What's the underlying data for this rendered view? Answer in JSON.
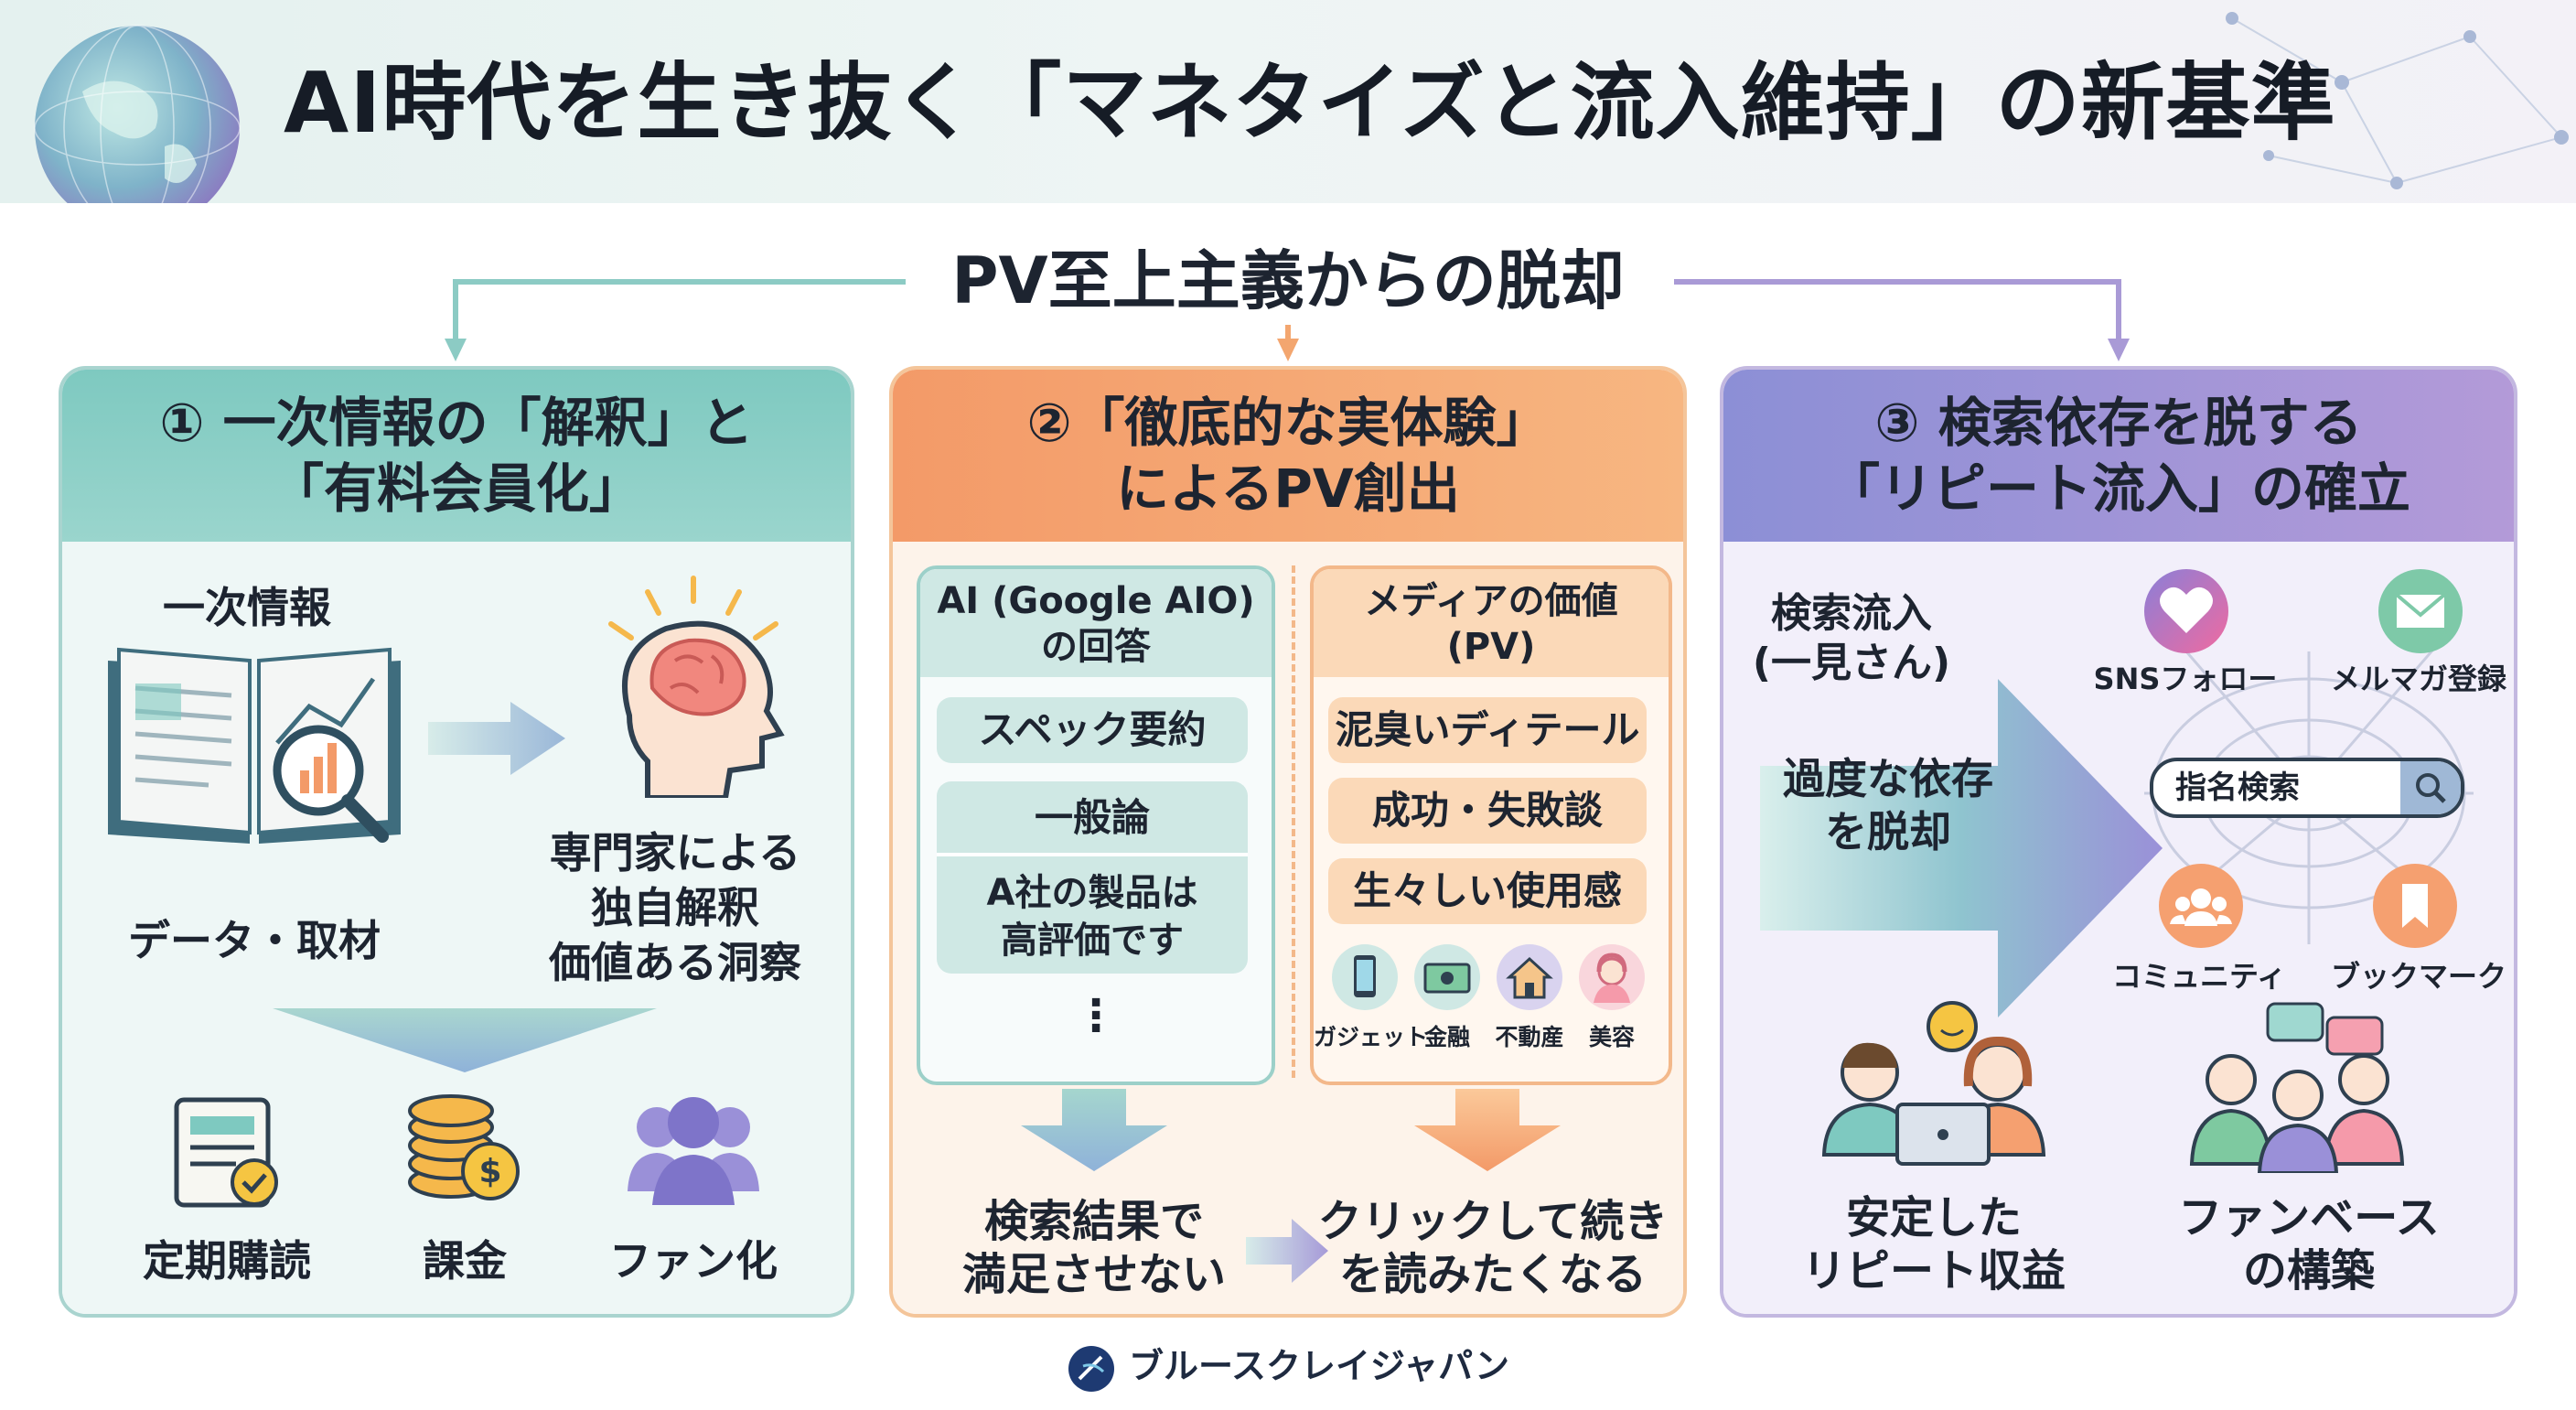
{
  "title": "AI時代を生き抜く「マネタイズと流入維持」の新基準",
  "subtitle": "PV至上主義からの脱却",
  "columns": [
    {
      "heading_line1": "① 一次情報の「解釈」と",
      "heading_line2": "「有料会員化」",
      "source_label": "一次情報",
      "data_label": "データ・取材",
      "expert_line1": "専門家による",
      "expert_line2": "独自解釈",
      "expert_line3": "価値ある洞察",
      "outcomes": [
        "定期購読",
        "課金",
        "ファン化"
      ]
    },
    {
      "heading_line1": "②「徹底的な実体験」",
      "heading_line2": "によるPV創出",
      "ai_panel": {
        "title_line1": "AI (Google AIO)",
        "title_line2": "の回答",
        "item1": "スペック要約",
        "item2": "一般論",
        "example_line1": "A社の製品は",
        "example_line2": "高評価です",
        "ellipsis": "⋮"
      },
      "media_panel": {
        "title_line1": "メディアの価値",
        "title_line2": "(PV)",
        "items": [
          "泥臭いディテール",
          "成功・失敗談",
          "生々しい使用感"
        ],
        "genres": [
          "ガジェット",
          "金融",
          "不動産",
          "美容"
        ]
      },
      "result_left_line1": "検索結果で",
      "result_left_line2": "満足させない",
      "result_right_line1": "クリックして続き",
      "result_right_line2": "を読みたくなる"
    },
    {
      "heading_line1": "③ 検索依存を脱する",
      "heading_line2": "「リピート流入」の確立",
      "search_line1": "検索流入",
      "search_line2": "(一見さん)",
      "arrow_line1": "過度な依存",
      "arrow_line2": "を脱却",
      "hub": [
        "SNSフォロー",
        "メルマガ登録",
        "コミュニティ",
        "ブックマーク"
      ],
      "search_box": "指名検索",
      "revenue_line1": "安定した",
      "revenue_line2": "リピート収益",
      "fanbase_line1": "ファンベース",
      "fanbase_line2": "の構築"
    }
  ],
  "footer": "ブルースクレイジャパン",
  "colors": {
    "teal": "#7ec9c0",
    "orange": "#f39a68",
    "purple": "#9a90d8"
  }
}
